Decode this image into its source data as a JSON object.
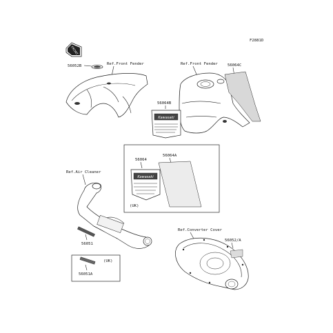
{
  "figure_code": "F2881D",
  "front_badge": "FRONT",
  "labels": {
    "p56052B": "56052B",
    "ref_front_fender_left": "Ref.Front Fender",
    "ref_front_fender_right": "Ref.Front Fender",
    "p56064C": "56064C",
    "p56064B": "56064B",
    "p56064": "56064",
    "p56064A": "56064A",
    "uk_box_1": "(UK)",
    "ref_air_cleaner": "Ref.Air Cleaner",
    "p56051": "56051",
    "uk_box_2": "(UK)",
    "p56051A": "56051A",
    "ref_converter_cover": "Ref.Converter Cover",
    "p56052A": "56052/A"
  }
}
